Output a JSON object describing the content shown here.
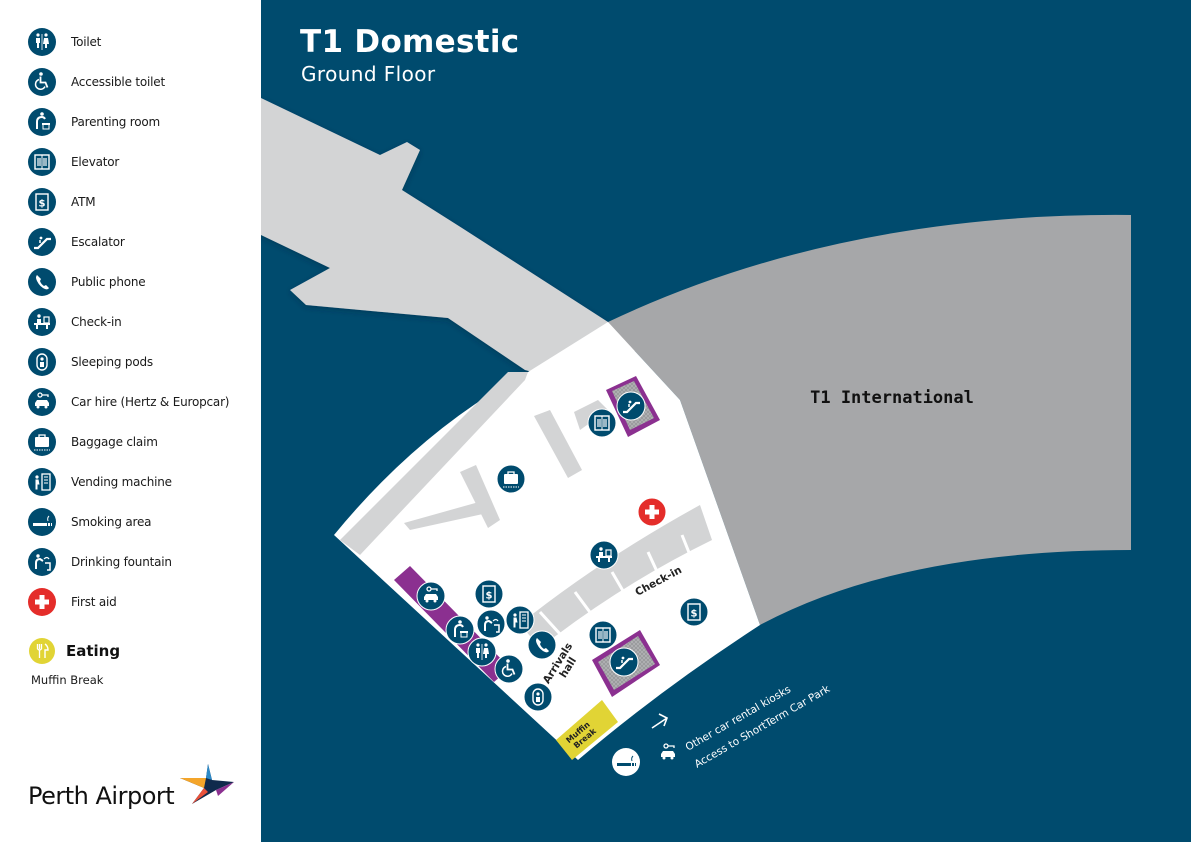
{
  "header": {
    "title": "T1 Domestic",
    "subtitle": "Ground Floor"
  },
  "legend": {
    "items": [
      {
        "label": "Toilet",
        "icon": "toilet-icon"
      },
      {
        "label": "Accessible toilet",
        "icon": "accessible-toilet-icon"
      },
      {
        "label": "Parenting room",
        "icon": "parenting-room-icon"
      },
      {
        "label": "Elevator",
        "icon": "elevator-icon"
      },
      {
        "label": "ATM",
        "icon": "atm-icon"
      },
      {
        "label": "Escalator",
        "icon": "escalator-icon"
      },
      {
        "label": "Public phone",
        "icon": "public-phone-icon"
      },
      {
        "label": "Check-in",
        "icon": "check-in-icon"
      },
      {
        "label": "Sleeping pods",
        "icon": "sleeping-pods-icon"
      },
      {
        "label": "Car hire (Hertz & Europcar)",
        "icon": "car-hire-icon"
      },
      {
        "label": "Baggage claim",
        "icon": "baggage-claim-icon"
      },
      {
        "label": "Vending machine",
        "icon": "vending-machine-icon"
      },
      {
        "label": "Smoking area",
        "icon": "smoking-area-icon"
      },
      {
        "label": "Drinking fountain",
        "icon": "drinking-fountain-icon"
      },
      {
        "label": "First aid",
        "icon": "first-aid-icon"
      }
    ],
    "eating": {
      "heading": "Eating",
      "items": [
        "Muffin Break"
      ],
      "icon": "eating-icon"
    }
  },
  "logo": {
    "text": "Perth Airport"
  },
  "map": {
    "international_label": "T1 International",
    "check_in_label": "Check-in",
    "arrivals_label_line1": "Arrivals",
    "arrivals_label_line2": "hall",
    "muffin_line1": "Muffin",
    "muffin_line2": "Break",
    "car_rental_text": "Other car rental kiosks",
    "car_park_text": "Access to ShortTerm Car Park"
  },
  "colors": {
    "navy": "#004b6e",
    "concourse": "#d3d4d5",
    "international": "#a6a7a9",
    "floor": "#ffffff",
    "escalator_purple": "#8b3090",
    "first_aid_red": "#e42d2a",
    "eating_yellow": "#e1d435"
  }
}
